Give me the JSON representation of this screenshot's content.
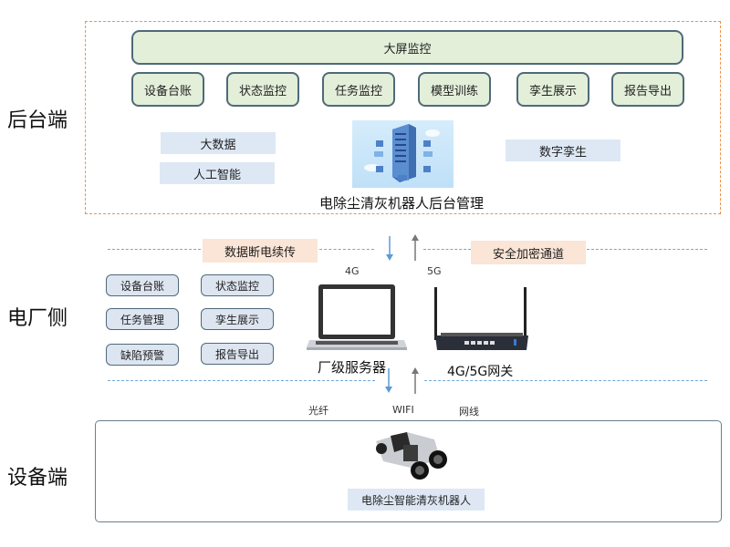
{
  "tiers": {
    "backend": "后台端",
    "plant": "电厂侧",
    "device": "设备端"
  },
  "backend": {
    "big_screen": "大屏监控",
    "modules": [
      "设备台账",
      "状态监控",
      "任务监控",
      "模型训练",
      "孪生展示",
      "报告导出"
    ],
    "tech_left": [
      "大数据",
      "人工智能"
    ],
    "tech_right": "数字孪生",
    "server_caption": "电除尘清灰机器人后台管理"
  },
  "links_upper": {
    "left_note": "数据断电续传",
    "right_note": "安全加密通道",
    "down_label": "4G",
    "up_label": "5G"
  },
  "plant": {
    "modules": [
      "设备台账",
      "状态监控",
      "任务管理",
      "孪生展示",
      "缺陷预警",
      "报告导出"
    ],
    "server_caption": "厂级服务器",
    "gateway_caption": "4G/5G网关"
  },
  "links_lower": {
    "left_label": "光纤",
    "mid_label": "WIFI",
    "right_label": "网线"
  },
  "device": {
    "robot_caption": "电除尘智能清灰机器人"
  },
  "colors": {
    "backend_border": "#f0914a",
    "module_fill": "#e3efd9",
    "tech_fill": "#dde8f4",
    "note_fill": "#fbe5d6",
    "link_dash": "#6fa8dc"
  }
}
